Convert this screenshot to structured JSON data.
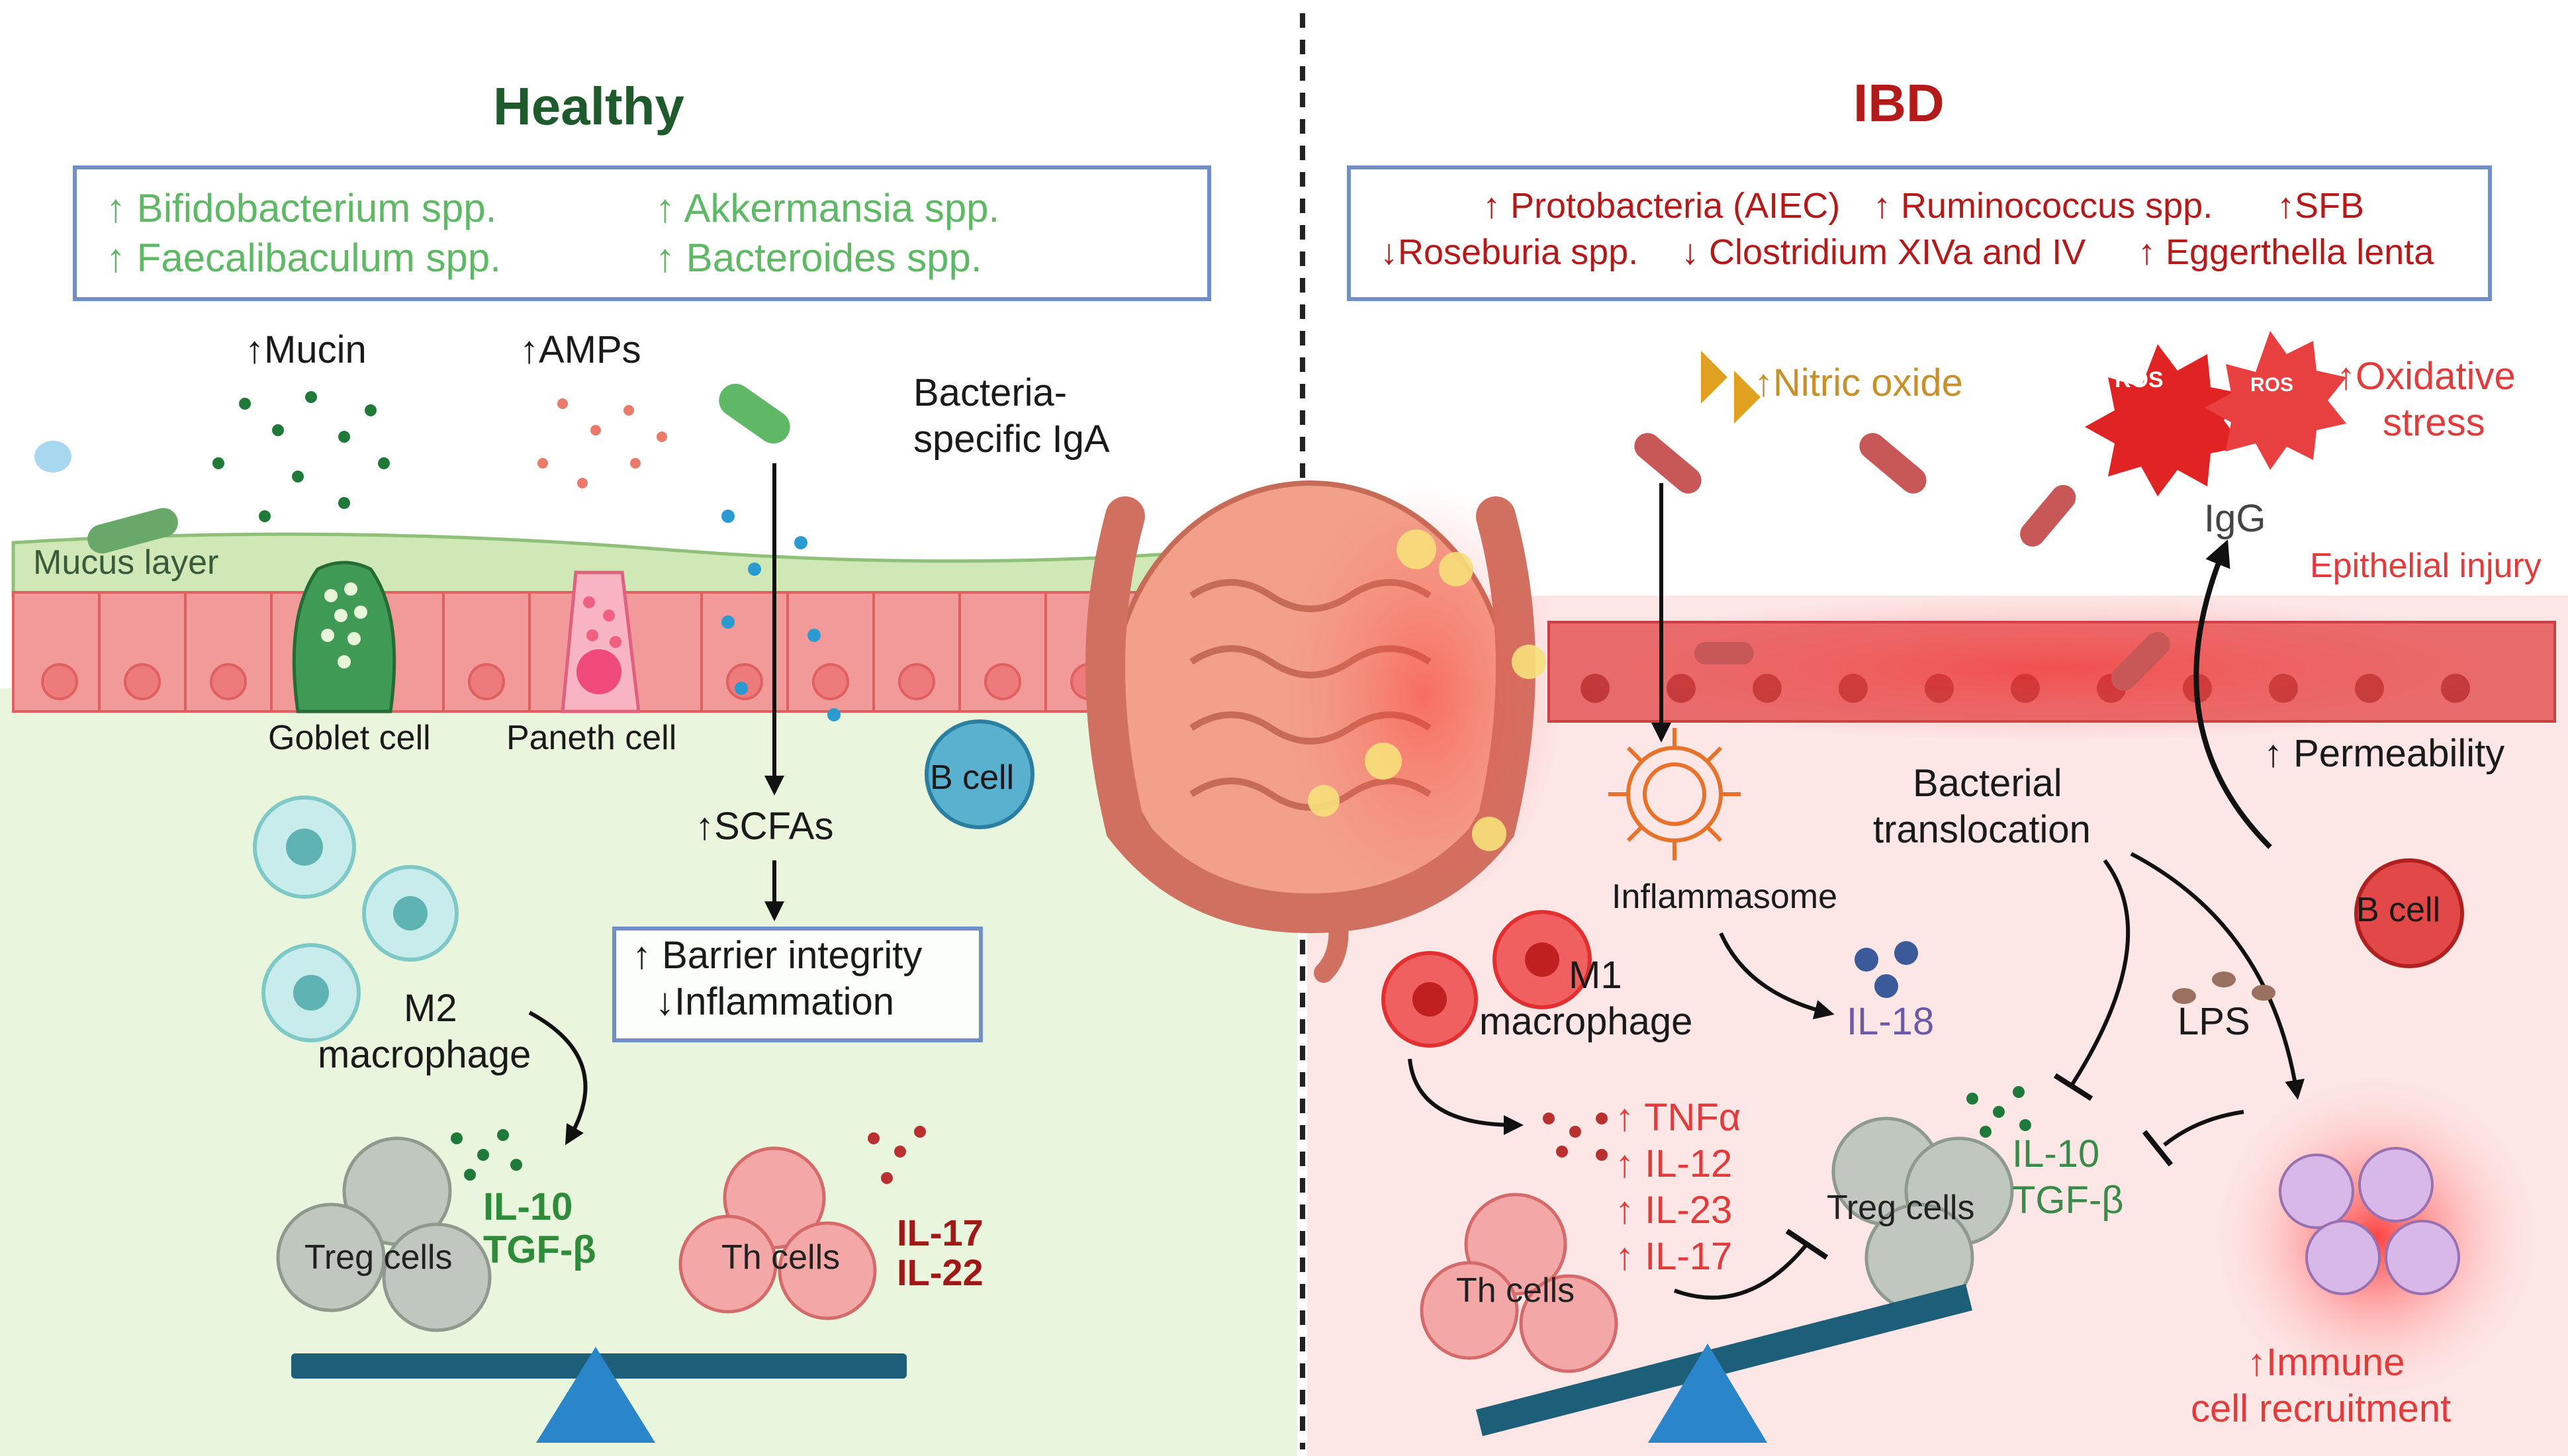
{
  "healthy": {
    "title": "Healthy",
    "taxa_left": [
      "↑ Bifidobacterium spp.",
      "↑ Faecalibaculum  spp."
    ],
    "taxa_right": [
      "↑ Akkermansia spp.",
      "↑ Bacteroides spp."
    ],
    "mucin": "↑Mucin",
    "amps": "↑AMPs",
    "iga_line1": "Bacteria-",
    "iga_line2": "specific IgA",
    "mucus": "Mucus layer",
    "goblet": "Goblet cell",
    "paneth": "Paneth cell",
    "bcell": "B cell",
    "scfa": "↑SCFAs",
    "barrier": "↑ Barrier integrity",
    "inflam": "↓Inflammation",
    "m2_line1": "M2",
    "m2_line2": "macrophage",
    "il10": "IL-10",
    "tgfb": "TGF-β",
    "treg": "Treg cells",
    "th": "Th cells",
    "il17": "IL-17",
    "il22": "IL-22"
  },
  "ibd": {
    "title": "IBD",
    "taxa_row1": [
      "↑ Protobacteria (AIEC)",
      "↑ Ruminococcus spp.",
      "↑SFB"
    ],
    "taxa_row2": [
      "↓Roseburia spp.",
      "↓ Clostridium  XIVa and IV",
      "↑ Eggerthella lenta"
    ],
    "no": "↑Nitric oxide",
    "ros": "ROS",
    "ox1": "↑Oxidative",
    "ox2": "stress",
    "igg": "IgG",
    "epi": "Epithelial injury",
    "perm": "↑ Permeability",
    "trans1": "Bacterial",
    "trans2": "translocation",
    "inflammasome": "Inflammasome",
    "bcell": "B cell",
    "m1_line1": "M1",
    "m1_line2": "macrophage",
    "il18": "IL-18",
    "lps": "LPS",
    "cytokines": [
      "↑ TNFα",
      "↑ IL-12",
      "↑ IL-23",
      "↑ IL-17"
    ],
    "il10": "IL-10",
    "tgfb": "TGF-β",
    "treg": "Treg cells",
    "th": "Th cells",
    "imm1": "↑Immune",
    "imm2": "cell recruitment"
  }
}
